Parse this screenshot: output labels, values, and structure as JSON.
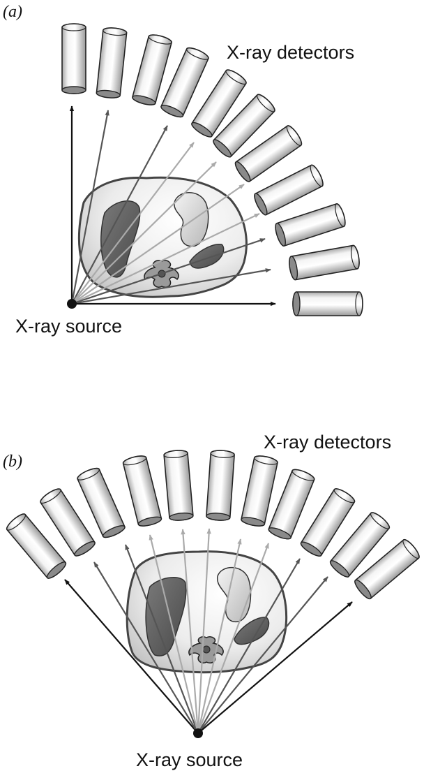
{
  "panel_a": {
    "label": "(a)",
    "detector_label": "X-ray detectors",
    "source_label": "X-ray source"
  },
  "panel_b": {
    "label": "(b)",
    "detector_label": "X-ray detectors",
    "source_label": "X-ray source"
  },
  "colors": {
    "detector_fill_light": "#fafafa",
    "detector_fill_dark": "#9a9a9a",
    "ray_dark": "#111111",
    "ray_mid": "#555555",
    "ray_light": "#aaaaaa",
    "organ_fill": "#666666",
    "body_outline": "#444444"
  }
}
